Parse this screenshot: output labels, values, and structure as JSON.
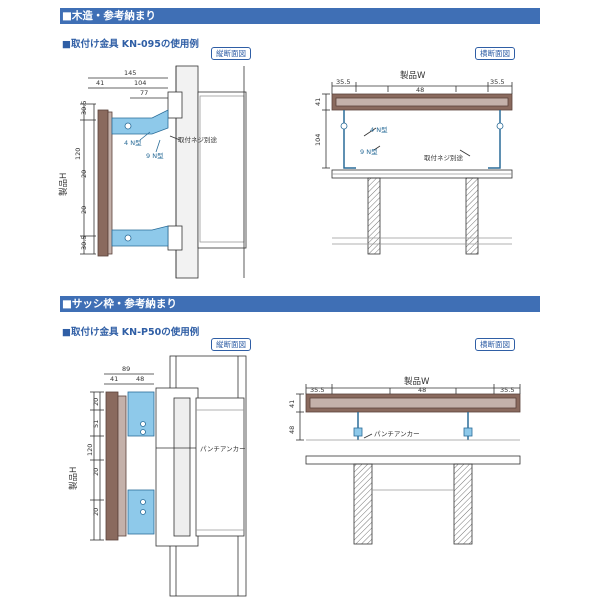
{
  "sections": [
    {
      "heading": "■木造・参考納まり",
      "subheading": "■取付け金具 KN-095の使用例",
      "tag_vertical": "縦断面図",
      "tag_horizontal": "横断面図",
      "vertical": {
        "dims_top": [
          "145",
          "41",
          "104",
          "77"
        ],
        "dims_left": [
          "30.5",
          "120",
          "20",
          "20",
          "30.5"
        ],
        "height_label": "製品H",
        "callouts": [
          "4 N型",
          "9 N型",
          "取付ネジ別途"
        ]
      },
      "horizontal": {
        "width_label": "製品W",
        "dims_top": [
          "35.5",
          "48",
          "35.5"
        ],
        "dims_left": [
          "41",
          "104"
        ],
        "callouts": [
          "4 N型",
          "9 N型",
          "取付ネジ別途"
        ]
      }
    },
    {
      "heading": "■サッシ枠・参考納まり",
      "subheading": "■取付け金具 KN-P50の使用例",
      "tag_vertical": "縦断面図",
      "tag_horizontal": "横断面図",
      "vertical": {
        "dims_top": [
          "89",
          "41",
          "48"
        ],
        "dims_left": [
          "20",
          "51",
          "120",
          "20",
          "20"
        ],
        "height_label": "製品H",
        "callouts": [
          "パンチアンカー"
        ]
      },
      "horizontal": {
        "width_label": "製品W",
        "dims_top": [
          "35.5",
          "48",
          "35.5"
        ],
        "dims_left": [
          "41",
          "48"
        ],
        "callouts": [
          "パンチアンカー"
        ]
      }
    }
  ],
  "colors": {
    "heading_bar": "#3f6fb5",
    "accent_text": "#2f5ea5",
    "shutter_fill": "#8a6a5e",
    "bracket_fill": "#8ec9ea",
    "line": "#333333"
  }
}
